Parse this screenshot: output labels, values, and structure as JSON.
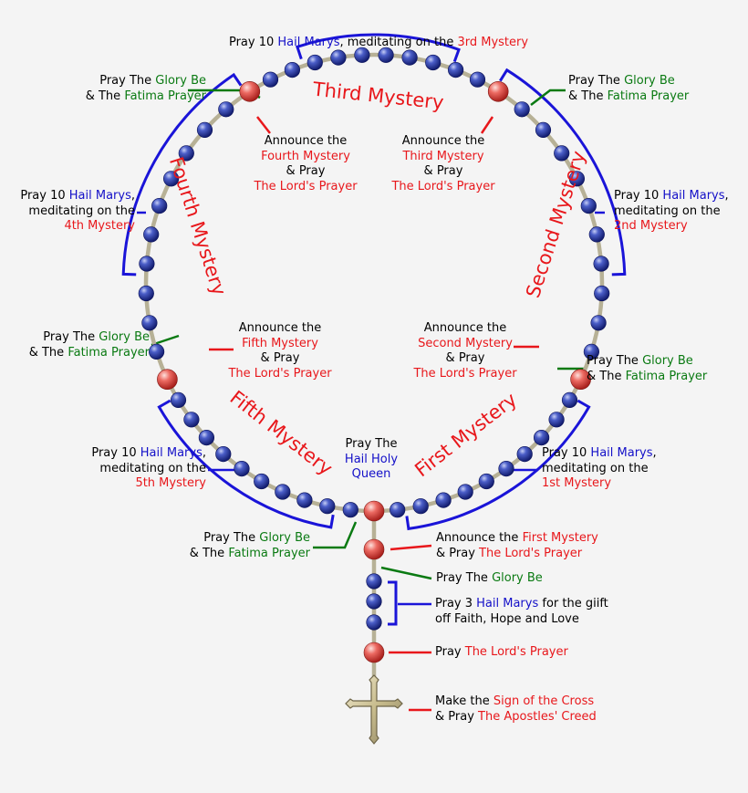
{
  "colors": {
    "background": "#f4f4f4",
    "text_black": "#000000",
    "text_red": "#e8171b",
    "text_blue": "#1410c8",
    "text_green": "#0a7a12",
    "bead_blue": "#2a3aa8",
    "bead_red": "#e2524f",
    "chain": "#b9b49a",
    "cross": "#c9bf92"
  },
  "mysteries": {
    "third": "Third Mystery",
    "fourth": "Fourth Mystery",
    "second": "Second Mystery",
    "fifth": "Fifth Mystery",
    "first": "First Mystery"
  },
  "labels": {
    "top": {
      "pre": "Pray 10 ",
      "hail": "Hail Marys",
      "mid": ", meditating on the ",
      "myst": "3rd Mystery"
    },
    "glory_tl": {
      "l1a": "Pray The ",
      "l1b": "Glory Be",
      "l2a": "& The ",
      "l2b": "Fatima Prayer"
    },
    "glory_tr": {
      "l1a": "Pray The ",
      "l1b": "Glory Be",
      "l2a": "& The ",
      "l2b": "Fatima Prayer"
    },
    "announce_fourth": {
      "l1": "Announce the",
      "l2": "Fourth Mystery",
      "l3": "& Pray",
      "l4": "The Lord's Prayer"
    },
    "announce_third": {
      "l1": "Announce the",
      "l2": "Third Mystery",
      "l3": "& Pray",
      "l4": "The Lord's Prayer"
    },
    "hm_left": {
      "l1a": "Pray 10 ",
      "l1b": "Hail Marys",
      "l1c": ",",
      "l2": "meditating on the",
      "l3": "4th Mystery"
    },
    "hm_right": {
      "l1a": "Pray 10 ",
      "l1b": "Hail Marys",
      "l1c": ",",
      "l2": "meditating on the",
      "l3": "2nd Mystery"
    },
    "glory_ml": {
      "l1a": "Pray The ",
      "l1b": "Glory Be",
      "l2a": "& The ",
      "l2b": "Fatima Prayer"
    },
    "announce_fifth": {
      "l1": "Announce the",
      "l2": "Fifth Mystery",
      "l3": "& Pray",
      "l4": "The Lord's Prayer"
    },
    "announce_second": {
      "l1": "Announce the",
      "l2": "Second Mystery",
      "l3": "& Pray",
      "l4": "The Lord's Prayer"
    },
    "glory_mr": {
      "l1a": "Pray The ",
      "l1b": "Glory Be",
      "l2a": "& The ",
      "l2b": "Fatima Prayer"
    },
    "hm_ll": {
      "l1a": "Pray 10 ",
      "l1b": "Hail Marys",
      "l1c": ",",
      "l2": "meditating on the",
      "l3": "5th Mystery"
    },
    "hail_queen": {
      "l1": "Pray The",
      "l2": "Hail Holy",
      "l3": "Queen"
    },
    "hm_lr": {
      "l1a": "Pray 10 ",
      "l1b": "Hail Marys",
      "l1c": ",",
      "l2": "meditating on the",
      "l3": "1st Mystery"
    },
    "glory_bl": {
      "l1a": "Pray The ",
      "l1b": "Glory Be",
      "l2a": "& The ",
      "l2b": "Fatima Prayer"
    },
    "announce_first": {
      "l1a": "Announce the ",
      "l1b": "First Mystery",
      "l2a": "& Pray ",
      "l2b": "The Lord's Prayer"
    },
    "glory_stem": {
      "a": "Pray The ",
      "b": "Glory Be"
    },
    "three_hm": {
      "l1a": "Pray 3 ",
      "l1b": "Hail Marys",
      "l1c": " for the giift",
      "l2": "off Faith, Hope and Love"
    },
    "lords_prayer": {
      "a": "Pray ",
      "b": "The Lord's Prayer"
    },
    "cross": {
      "l1a": "Make the ",
      "l1b": "Sign of the Cross",
      "l2a": "& Pray ",
      "l2b": "The Apostles' Creed"
    }
  }
}
